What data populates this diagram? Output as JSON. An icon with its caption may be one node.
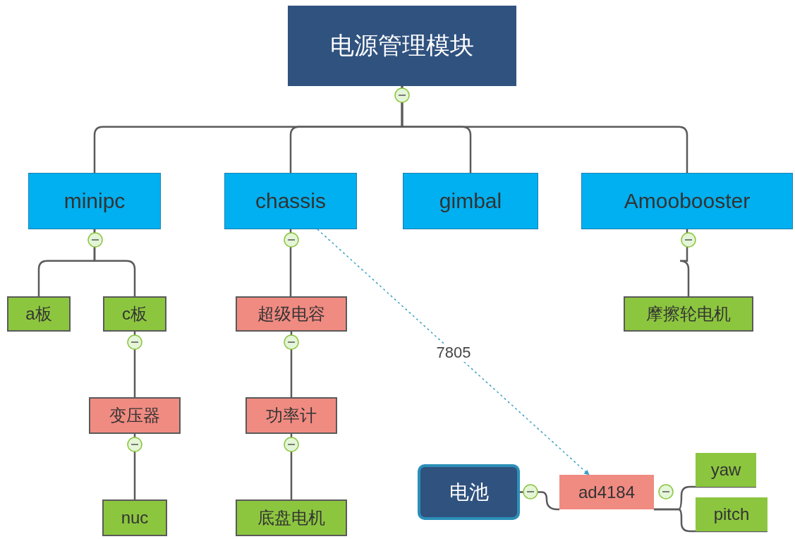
{
  "diagram": {
    "nodes": [
      {
        "text": [
          "电源管理模块"
        ]
      },
      {
        "text": [
          "minipc"
        ]
      },
      {
        "text": [
          "chassis"
        ]
      },
      {
        "text": [
          "gimbal"
        ]
      },
      {
        "text": [
          "Amoobooster"
        ]
      },
      {
        "text": [
          "a板"
        ]
      },
      {
        "text": [
          "c板"
        ]
      },
      {
        "text": [
          "超级电容"
        ]
      },
      {
        "text": [
          "摩擦轮电机"
        ]
      },
      {
        "text": [
          "变压器"
        ]
      },
      {
        "text": [
          "功率计"
        ]
      },
      {
        "text": [
          "nuc"
        ]
      },
      {
        "text": [
          "底盘电机"
        ]
      },
      {
        "text": [
          "电池"
        ]
      },
      {
        "text": [
          "ad4184"
        ]
      },
      {
        "text": [
          "yaw"
        ]
      },
      {
        "text": [
          "pitch"
        ]
      }
    ],
    "edges": [
      {
        "from": 0,
        "to": 1,
        "arrow": "none"
      },
      {
        "from": 0,
        "to": 2,
        "arrow": "none"
      },
      {
        "from": 0,
        "to": 3,
        "arrow": "none"
      },
      {
        "from": 0,
        "to": 4,
        "arrow": "none"
      },
      {
        "from": 1,
        "to": 5,
        "arrow": "none"
      },
      {
        "from": 1,
        "to": 6,
        "arrow": "none"
      },
      {
        "from": 6,
        "to": 9,
        "arrow": "none"
      },
      {
        "from": 9,
        "to": 11,
        "arrow": "none"
      },
      {
        "from": 2,
        "to": 7,
        "arrow": "none"
      },
      {
        "from": 7,
        "to": 10,
        "arrow": "none"
      },
      {
        "from": 10,
        "to": 12,
        "arrow": "none"
      },
      {
        "from": 4,
        "to": 8,
        "arrow": "none"
      },
      {
        "from": 2,
        "to": 14,
        "arrow": "to",
        "label": "7805",
        "style": "dashed",
        "color": "#3a9fc4"
      },
      {
        "from": 13,
        "to": 14,
        "arrow": "none"
      },
      {
        "from": 14,
        "to": 15,
        "arrow": "none"
      },
      {
        "from": 14,
        "to": 16,
        "arrow": "none"
      }
    ]
  }
}
